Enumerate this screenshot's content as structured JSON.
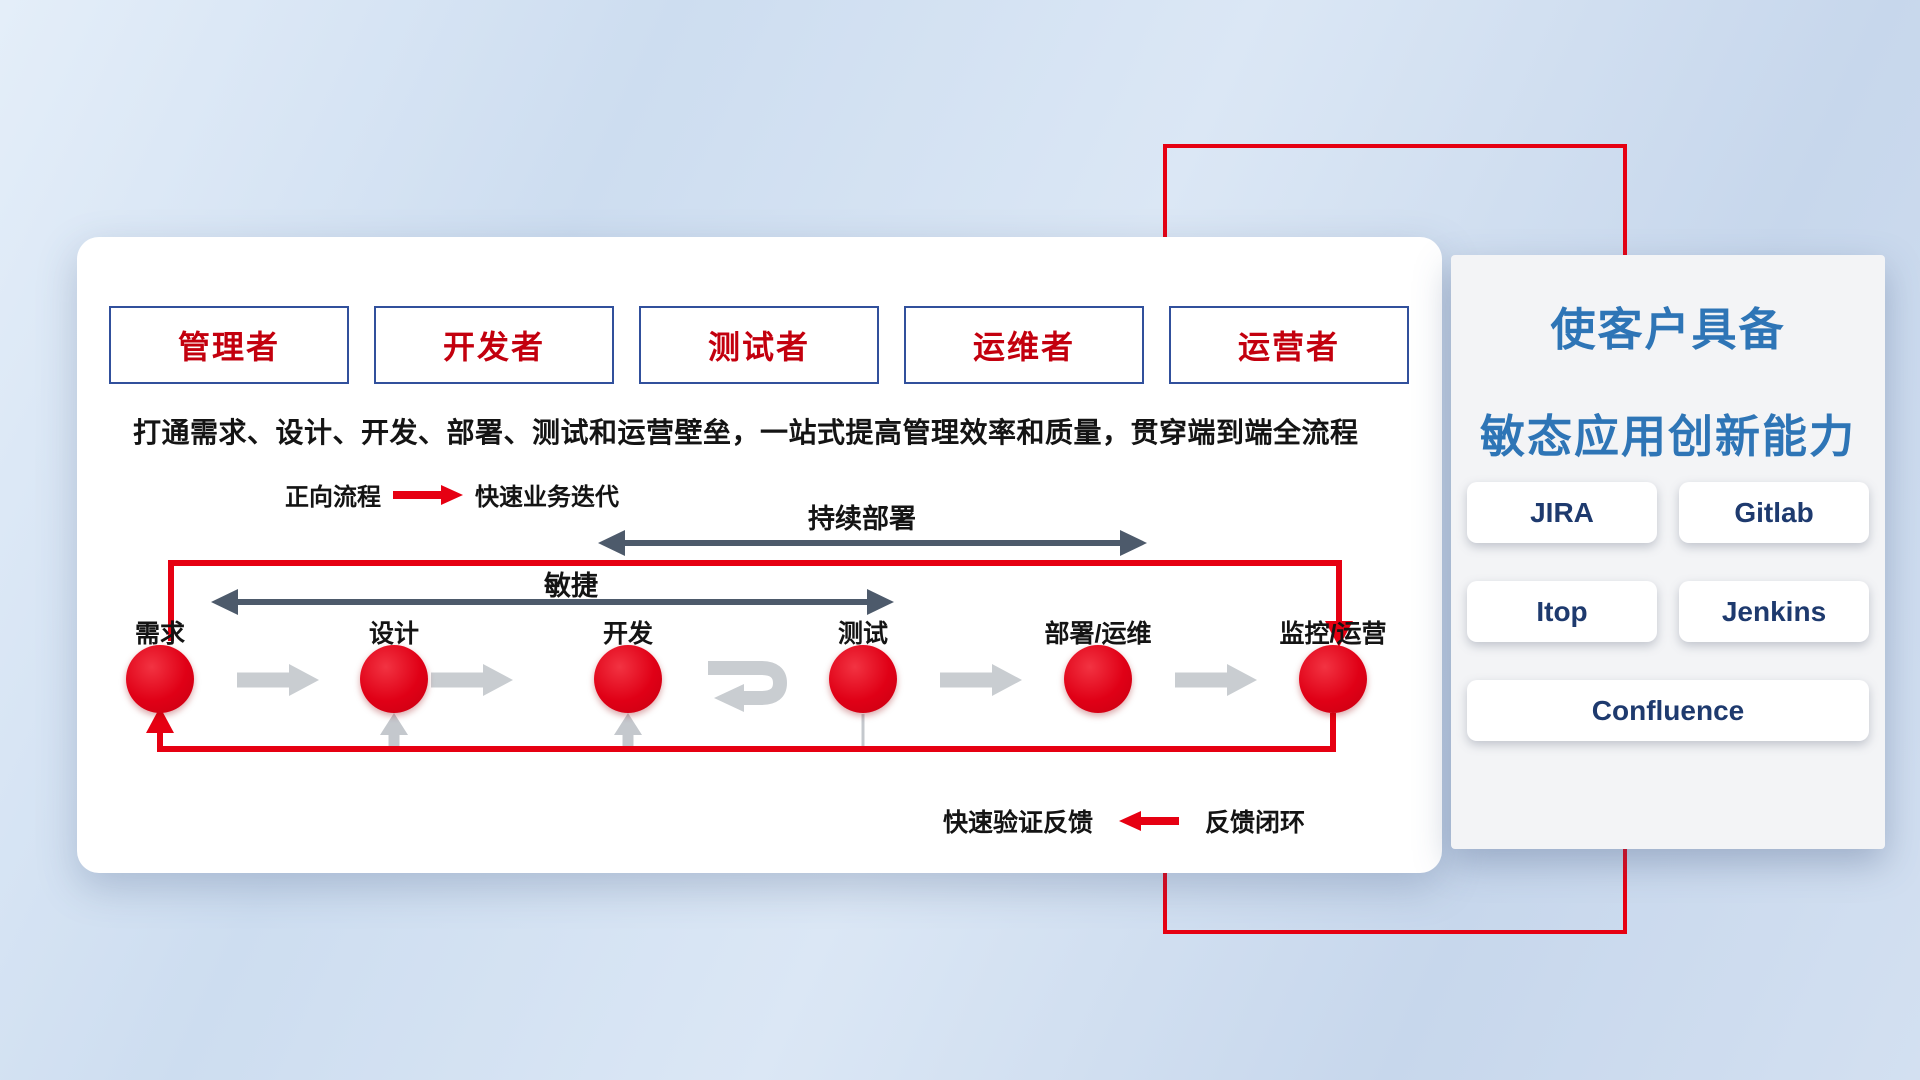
{
  "roles": [
    "管理者",
    "开发者",
    "测试者",
    "运维者",
    "运营者"
  ],
  "subtitle": "打通需求、设计、开发、部署、测试和运营壁垒，一站式提高管理效率和质量，贯穿端到端全流程",
  "legend_forward": {
    "label": "正向流程",
    "value": "快速业务迭代"
  },
  "legend_feedback": {
    "label": "快速验证反馈",
    "value": "反馈闭环"
  },
  "flow": {
    "continuous_deploy_label": "持续部署",
    "agile_label": "敏捷",
    "stages": [
      "需求",
      "设计",
      "开发",
      "测试",
      "部署/运维",
      "监控/运营"
    ]
  },
  "right_panel": {
    "title_line1": "使客户具备",
    "title_line2": "敏态应用创新能力",
    "tools": [
      "JIRA",
      "Gitlab",
      "Itop",
      "Jenkins",
      "Confluence"
    ]
  },
  "icons": {
    "forward_arrow": "→",
    "feedback_arrow": "←",
    "agile_double_arrow": "↔",
    "continuous_deploy_double_arrow": "↔",
    "iteration_loop_arrow": "↩"
  },
  "colors": {
    "accent_red": "#e60012",
    "role_border_navy": "#31509c",
    "role_text_red": "#c3000e",
    "title_blue": "#2e75b6",
    "tool_text_navy": "#1e3a6e",
    "dark_arrow": "#4d5a6b",
    "gray_arrow": "#c9cdd1"
  }
}
